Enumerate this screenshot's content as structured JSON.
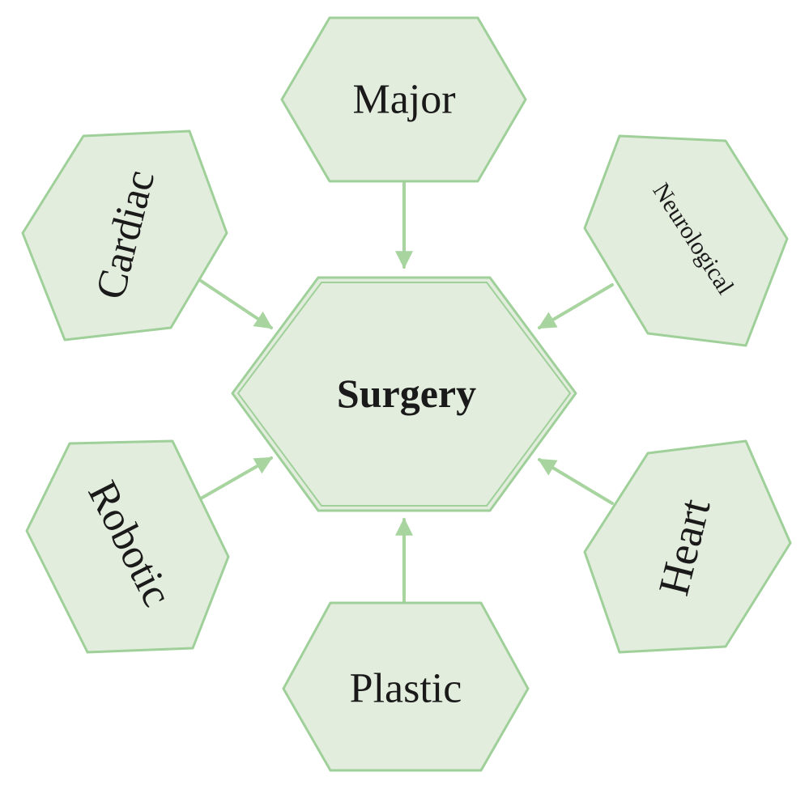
{
  "colors": {
    "fill": "#e3eddd",
    "stroke": "#9fd09a",
    "arrow": "#a8d4a0"
  },
  "center": {
    "label": "Surgery"
  },
  "nodes": [
    {
      "id": "major",
      "label": "Major"
    },
    {
      "id": "neurological",
      "label": "Neurological"
    },
    {
      "id": "heart",
      "label": "Heart"
    },
    {
      "id": "plastic",
      "label": "Plastic"
    },
    {
      "id": "robotic",
      "label": "Robotic"
    },
    {
      "id": "cardiac",
      "label": "Cardiac"
    }
  ]
}
